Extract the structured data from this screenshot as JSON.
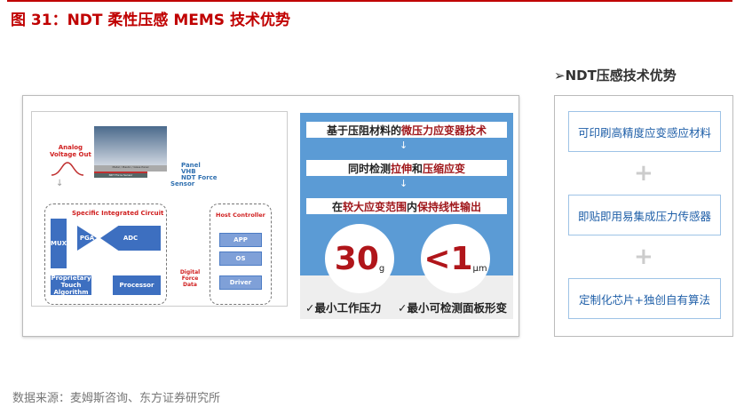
{
  "title": "图 31：NDT 柔性压感 MEMS 技术优势",
  "left_diagram": {
    "analog": "Analog\nVoltage Out",
    "panel_layer": "Metal / Plastic / Glass Panel",
    "sensor_layer": "NDT Force Sensor",
    "labels": {
      "panel": "Panel",
      "vhb": "VHB",
      "ndt_force": "NDT Force",
      "sensor": "Sensor"
    },
    "sic_title": "Specific Integrated Circuit",
    "mux": "MUX",
    "pga": "PGA",
    "adc": "ADC",
    "algorithm": "Proprietary Touch Algorithm",
    "processor": "Processor",
    "digital": "Digital Force Data",
    "host_title": "Host Controller",
    "host_items": [
      "APP",
      "OS",
      "Driver"
    ]
  },
  "middle": {
    "bar1": {
      "a": "基于压阻材料的",
      "b": "微压力应变器技术"
    },
    "bar2": {
      "a": "同时检测",
      "b": "拉伸",
      "c": "和",
      "d": "压缩应变"
    },
    "bar3": {
      "a": "在",
      "b": "较大应变范围",
      "c": "内",
      "d": "保持线性输出"
    },
    "arrow": "↓",
    "metric1": {
      "value": "30",
      "unit": "g",
      "label": "✓最小工作压力"
    },
    "metric2": {
      "value": "<1",
      "unit": "μm",
      "label": "✓最小可检测面板形变"
    }
  },
  "right": {
    "title": "➢NDT压感技术优势",
    "items": [
      "可印刷高精度应变感应材料",
      "即贴即用易集成压力传感器",
      "定制化芯片+独创自有算法"
    ],
    "plus": "+"
  },
  "footer": "数据来源：麦姆斯咨询、东方证券研究所"
}
